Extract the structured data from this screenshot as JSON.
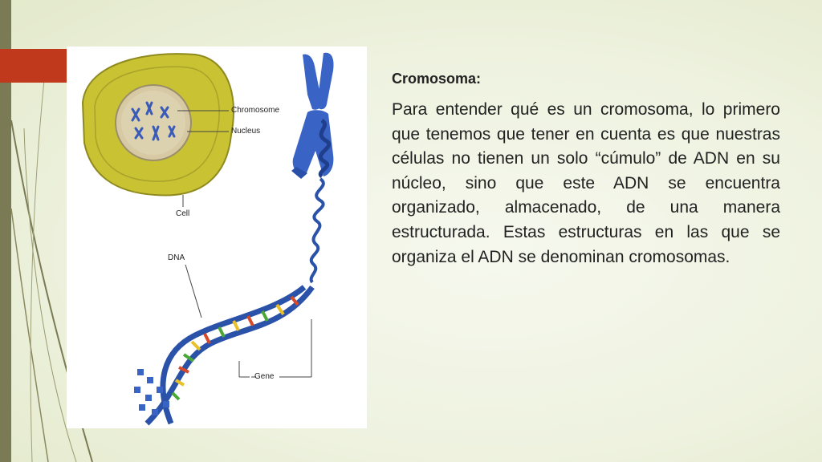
{
  "slide": {
    "heading": "Cromosoma:",
    "body": "Para entender qué es un cromosoma, lo primero que tenemos que tener en cuenta es que nuestras células no tienen un solo “cúmulo” de ADN en su núcleo, sino que este ADN se encuentra organizado, almacenado, de una manera estructurada. Estas estructuras en las que se organiza el ADN se denominan cromosomas."
  },
  "figure": {
    "labels": {
      "chromosome": "Chromosome",
      "nucleus": "Nucleus",
      "cell": "Cell",
      "dna": "DNA",
      "gene": "Gene"
    }
  },
  "colors": {
    "accent": "#c0391c",
    "left_band": "#7a7a55",
    "cell": "#c9c233",
    "chromosome": "#3a63c6",
    "dna_backbone": "#2a52a8"
  }
}
